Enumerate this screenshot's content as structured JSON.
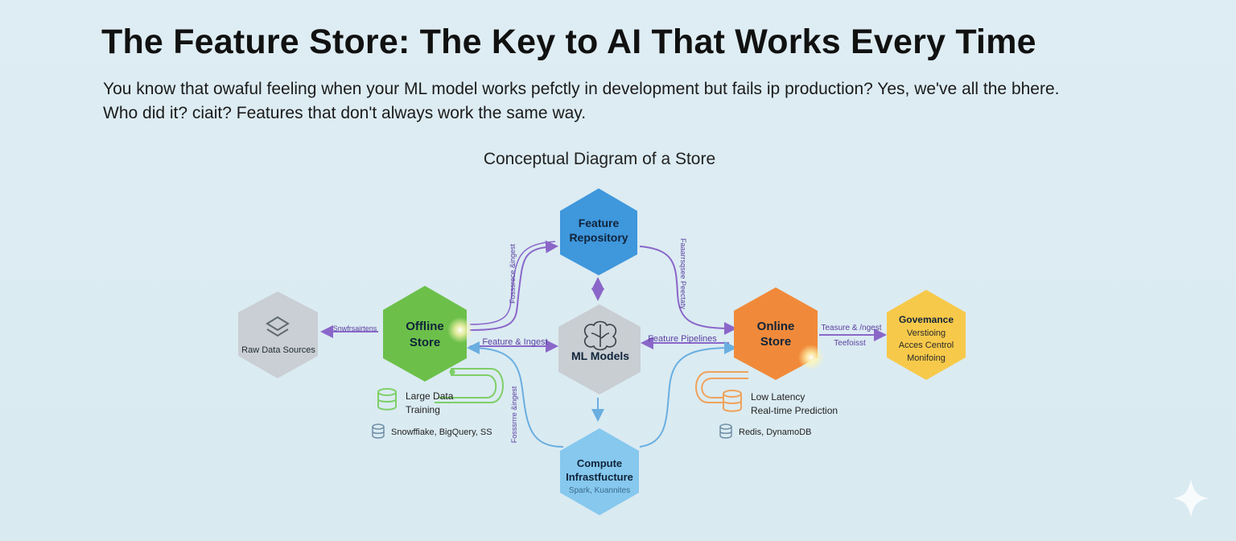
{
  "header": {
    "title": "The Feature Store: The Key to AI That Works Every Time",
    "intro_line1": "You know that owaful feeling when your ML model works pefctly in development but fails ip production? Yes, we've all the bhere.",
    "intro_line2": "Who did it? ciait? Features that don't always work the same way."
  },
  "diagram": {
    "title": "Conceptual Diagram of a Store",
    "nodes": {
      "raw": {
        "label": "Raw Data Sources",
        "color": "#c9cfd4"
      },
      "offline": {
        "label_line1": "Offline",
        "label_line2": "Store",
        "color": "#6cc04a"
      },
      "repository": {
        "label_line1": "Feature",
        "label_line2": "Repository",
        "color": "#3f97dc"
      },
      "ml": {
        "label": "ML Models",
        "color": "#c9ced3"
      },
      "compute": {
        "label_line1": "Compute",
        "label_line2": "Infrastfucture",
        "sub": "Spark, Kuannites",
        "color": "#86c8ee"
      },
      "online": {
        "label_line1": "Online",
        "label_line2": "Store",
        "color": "#f08a3a"
      },
      "governance": {
        "label_title": "Govemance",
        "line1": "Verstioing",
        "line2": "Acces Centrol",
        "line3": "Monifoing",
        "color": "#f7c94a"
      }
    },
    "edge_labels": {
      "raw_offline": "Snwfrsairtens",
      "offline_repo": "Fosssrece &ingest",
      "offline_ml": "Feature & Ingest",
      "offline_compute": "Fosssrrre &ingest",
      "repo_online": "Faaarrsqsee Peectaty",
      "ml_online": "Feature Pipelines",
      "online_gov_top": "Teasure & /ngest",
      "online_gov_bottom": "Teefoisst"
    },
    "offline_info": {
      "line1": "Large Data",
      "line2": "Training",
      "tech": "Snowffiake, BigQuery, SS"
    },
    "online_info": {
      "line1": "Low Latency",
      "line2": "Real-time Prediction",
      "tech": "Redis, DynamoDB"
    },
    "colors": {
      "arrow": "#8a66c9",
      "offline_loop": "#7fcf68",
      "online_loop": "#f0a25a",
      "compute_link": "#6aaee0",
      "db_icon_gray": "#6f8fa6"
    }
  }
}
